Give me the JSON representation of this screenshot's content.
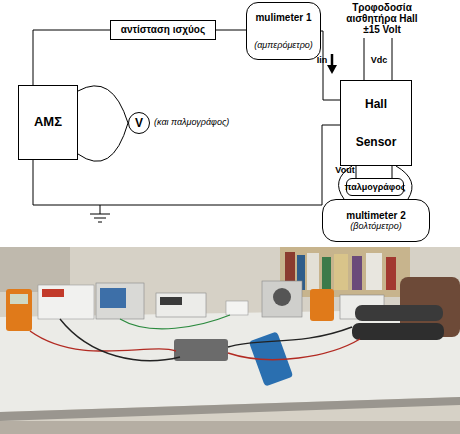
{
  "diagram": {
    "nodes": [
      {
        "text": [
          "αντίσταση ισχύος"
        ]
      },
      {
        "text": [
          "mulimeter 1",
          "(αμπερόμετρο)"
        ]
      },
      {
        "text": [
          "ΑΜΣ"
        ]
      },
      {
        "text": [
          "V",
          "(και παλμογράφος)"
        ]
      },
      {
        "text": [
          "Hall Sensor"
        ]
      },
      {
        "text": [
          "παλμογράφος"
        ]
      },
      {
        "text": [
          "multimeter 2",
          "(βολτόμετρο)"
        ]
      }
    ],
    "edges": [
      {
        "from": 2,
        "to": 0,
        "arrow": "none"
      },
      {
        "from": 0,
        "to": 1,
        "arrow": "none"
      },
      {
        "from": 1,
        "to": 4,
        "arrow": "none"
      },
      {
        "from": 2,
        "to": 4,
        "arrow": "none"
      },
      {
        "from": 2,
        "to": 3,
        "arrow": "none"
      },
      {
        "from": 4,
        "to": 5,
        "arrow": "none"
      },
      {
        "from": 4,
        "to": 6,
        "arrow": "none"
      }
    ],
    "labels": [
      "Τροφοδοσία αισθητήρα Hall ±15 Volt",
      "Vdc",
      "Iin",
      "Vout"
    ]
  }
}
